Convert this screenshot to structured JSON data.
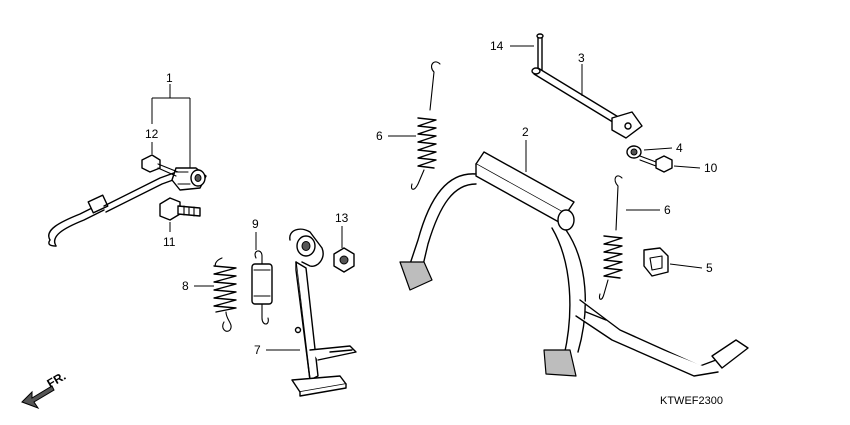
{
  "diagram": {
    "code": "KTWEF2300",
    "direction": "FR.",
    "callouts": [
      {
        "id": "c1",
        "label": "1"
      },
      {
        "id": "c2",
        "label": "2"
      },
      {
        "id": "c3",
        "label": "3"
      },
      {
        "id": "c4",
        "label": "4"
      },
      {
        "id": "c5",
        "label": "5"
      },
      {
        "id": "c6a",
        "label": "6"
      },
      {
        "id": "c6b",
        "label": "6"
      },
      {
        "id": "c7",
        "label": "7"
      },
      {
        "id": "c8",
        "label": "8"
      },
      {
        "id": "c9",
        "label": "9"
      },
      {
        "id": "c10",
        "label": "10"
      },
      {
        "id": "c11",
        "label": "11"
      },
      {
        "id": "c12",
        "label": "12"
      },
      {
        "id": "c13",
        "label": "13"
      },
      {
        "id": "c14",
        "label": "14"
      }
    ]
  }
}
